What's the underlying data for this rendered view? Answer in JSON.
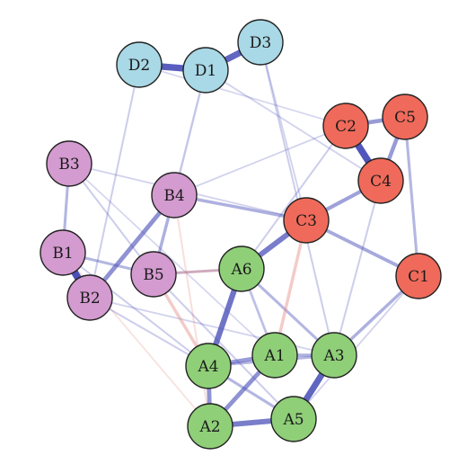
{
  "colors": {
    "A": "#8fcf78",
    "B": "#d49bd0",
    "C": "#ef6a5a",
    "D": "#a9d8e6",
    "positive_edge": "#4a4fb8",
    "negative_edge": "#e58c84"
  },
  "nodes": [
    {
      "id": "D1",
      "group": "D"
    },
    {
      "id": "D2",
      "group": "D"
    },
    {
      "id": "D3",
      "group": "D"
    },
    {
      "id": "C2",
      "group": "C"
    },
    {
      "id": "C5",
      "group": "C"
    },
    {
      "id": "C4",
      "group": "C"
    },
    {
      "id": "C3",
      "group": "C"
    },
    {
      "id": "C1",
      "group": "C"
    },
    {
      "id": "B3",
      "group": "B"
    },
    {
      "id": "B4",
      "group": "B"
    },
    {
      "id": "B1",
      "group": "B"
    },
    {
      "id": "B5",
      "group": "B"
    },
    {
      "id": "B2",
      "group": "B"
    },
    {
      "id": "A6",
      "group": "A"
    },
    {
      "id": "A1",
      "group": "A"
    },
    {
      "id": "A3",
      "group": "A"
    },
    {
      "id": "A4",
      "group": "A"
    },
    {
      "id": "A2",
      "group": "A"
    },
    {
      "id": "A5",
      "group": "A"
    }
  ],
  "edges": [
    {
      "from": "D1",
      "to": "D2",
      "weight": 0.9,
      "sign": 1
    },
    {
      "from": "D1",
      "to": "D3",
      "weight": 0.85,
      "sign": 1
    },
    {
      "from": "C2",
      "to": "C4",
      "weight": 0.95,
      "sign": 1
    },
    {
      "from": "C2",
      "to": "C5",
      "weight": 0.5,
      "sign": 1
    },
    {
      "from": "C5",
      "to": "C4",
      "weight": 0.5,
      "sign": 1
    },
    {
      "from": "C4",
      "to": "C3",
      "weight": 0.45,
      "sign": 1
    },
    {
      "from": "C3",
      "to": "A6",
      "weight": 0.7,
      "sign": 1
    },
    {
      "from": "C3",
      "to": "C1",
      "weight": 0.4,
      "sign": 1
    },
    {
      "from": "C5",
      "to": "C1",
      "weight": 0.3,
      "sign": 1
    },
    {
      "from": "B1",
      "to": "B2",
      "weight": 1.0,
      "sign": 1
    },
    {
      "from": "B3",
      "to": "B1",
      "weight": 0.3,
      "sign": 1
    },
    {
      "from": "B4",
      "to": "B2",
      "weight": 0.55,
      "sign": 1
    },
    {
      "from": "B4",
      "to": "B5",
      "weight": 0.35,
      "sign": 1
    },
    {
      "from": "B4",
      "to": "C3",
      "weight": 0.35,
      "sign": 1
    },
    {
      "from": "B1",
      "to": "B5",
      "weight": 0.3,
      "sign": 1
    },
    {
      "from": "B5",
      "to": "A6",
      "weight": 0.25,
      "sign": 1
    },
    {
      "from": "A6",
      "to": "A4",
      "weight": 0.75,
      "sign": 1
    },
    {
      "from": "A4",
      "to": "A2",
      "weight": 0.55,
      "sign": 1
    },
    {
      "from": "A2",
      "to": "A5",
      "weight": 0.7,
      "sign": 1
    },
    {
      "from": "A5",
      "to": "A3",
      "weight": 0.85,
      "sign": 1
    },
    {
      "from": "A1",
      "to": "A2",
      "weight": 0.55,
      "sign": 1
    },
    {
      "from": "A4",
      "to": "A1",
      "weight": 0.5,
      "sign": 1
    },
    {
      "from": "A1",
      "to": "A3",
      "weight": 0.35,
      "sign": 1
    },
    {
      "from": "A4",
      "to": "A3",
      "weight": 0.3,
      "sign": 1
    },
    {
      "from": "A3",
      "to": "C1",
      "weight": 0.35,
      "sign": 1
    },
    {
      "from": "A6",
      "to": "A3",
      "weight": 0.3,
      "sign": 1
    },
    {
      "from": "A4",
      "to": "A5",
      "weight": 0.3,
      "sign": 1
    },
    {
      "from": "A6",
      "to": "A1",
      "weight": 0.25,
      "sign": 1
    },
    {
      "from": "B5",
      "to": "A4",
      "weight": 0.35,
      "sign": -1
    },
    {
      "from": "B5",
      "to": "A6",
      "weight": 0.3,
      "sign": -1
    },
    {
      "from": "C3",
      "to": "A1",
      "weight": 0.35,
      "sign": -1
    },
    {
      "from": "B4",
      "to": "A2",
      "weight": 0.15,
      "sign": -1
    },
    {
      "from": "D2",
      "to": "B2",
      "weight": 0.15,
      "sign": 1
    },
    {
      "from": "D1",
      "to": "B4",
      "weight": 0.2,
      "sign": 1
    },
    {
      "from": "D3",
      "to": "A3",
      "weight": 0.15,
      "sign": 1
    },
    {
      "from": "D1",
      "to": "C4",
      "weight": 0.12,
      "sign": 1
    },
    {
      "from": "D3",
      "to": "C3",
      "weight": 0.12,
      "sign": 1
    },
    {
      "from": "B3",
      "to": "B5",
      "weight": 0.15,
      "sign": 1
    },
    {
      "from": "B1",
      "to": "A4",
      "weight": 0.15,
      "sign": 1
    },
    {
      "from": "B2",
      "to": "A4",
      "weight": 0.15,
      "sign": 1
    },
    {
      "from": "B3",
      "to": "C3",
      "weight": 0.12,
      "sign": 1
    },
    {
      "from": "B2",
      "to": "A3",
      "weight": 0.12,
      "sign": 1
    },
    {
      "from": "C2",
      "to": "A6",
      "weight": 0.15,
      "sign": 1
    },
    {
      "from": "C4",
      "to": "A3",
      "weight": 0.15,
      "sign": 1
    },
    {
      "from": "C2",
      "to": "B4",
      "weight": 0.12,
      "sign": 1
    },
    {
      "from": "D2",
      "to": "C2",
      "weight": 0.1,
      "sign": 1
    },
    {
      "from": "B1",
      "to": "A2",
      "weight": 0.12,
      "sign": -1
    },
    {
      "from": "B5",
      "to": "A5",
      "weight": 0.15,
      "sign": 1
    },
    {
      "from": "C1",
      "to": "A5",
      "weight": 0.12,
      "sign": 1
    },
    {
      "from": "B3",
      "to": "A1",
      "weight": 0.1,
      "sign": 1
    }
  ]
}
